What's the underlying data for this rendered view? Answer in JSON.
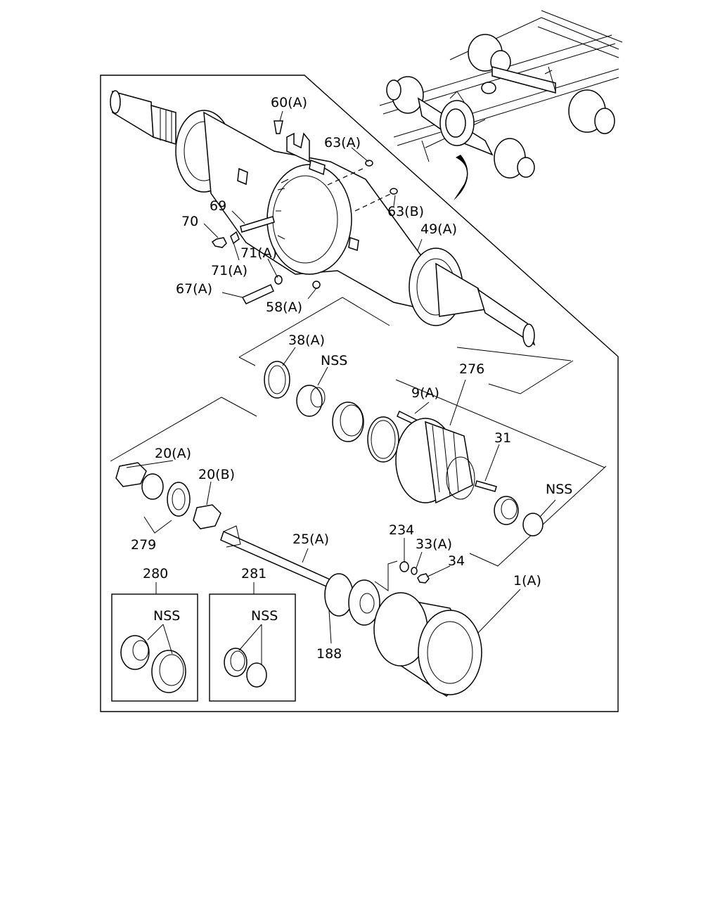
{
  "diagram": {
    "labels": {
      "p60a": "60(A)",
      "p63a": "63(A)",
      "p63b": "63(B)",
      "p69": "69",
      "p70": "70",
      "p71a_top": "71(A)",
      "p71a_left": "71(A)",
      "p49a": "49(A)",
      "p67a": "67(A)",
      "p58a": "58(A)",
      "p38a": "38(A)",
      "nss_top": "NSS",
      "p276": "276",
      "p9a": "9(A)",
      "p31": "31",
      "nss_right": "NSS",
      "p20a": "20(A)",
      "p20b": "20(B)",
      "p279": "279",
      "p25a": "25(A)",
      "p234": "234",
      "p33a": "33(A)",
      "p34": "34",
      "p1a": "1(A)",
      "p280": "280",
      "p281": "281",
      "nss_280": "NSS",
      "nss_281": "NSS",
      "p188": "188"
    }
  }
}
